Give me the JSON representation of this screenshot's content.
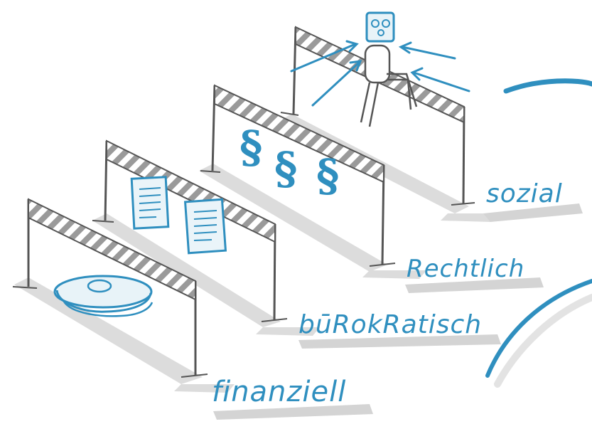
{
  "labels": {
    "sozial": "sozial",
    "rechtlich": "Rechtlich",
    "buerokratisch": "būRokRatisch",
    "finanziell": "finanziell"
  },
  "colors": {
    "ink": "#4a4a4a",
    "blue": "#2f8fbf",
    "shadow": "#d9d9d9",
    "stripe": "#8c8c8c"
  },
  "icons": [
    "hurdle-finanziell",
    "coin-icon",
    "hurdle-buerokratisch",
    "document-icon",
    "hurdle-rechtlich",
    "paragraph-icon",
    "hurdle-sozial",
    "stick-figure",
    "pressure-arrow-icon"
  ]
}
